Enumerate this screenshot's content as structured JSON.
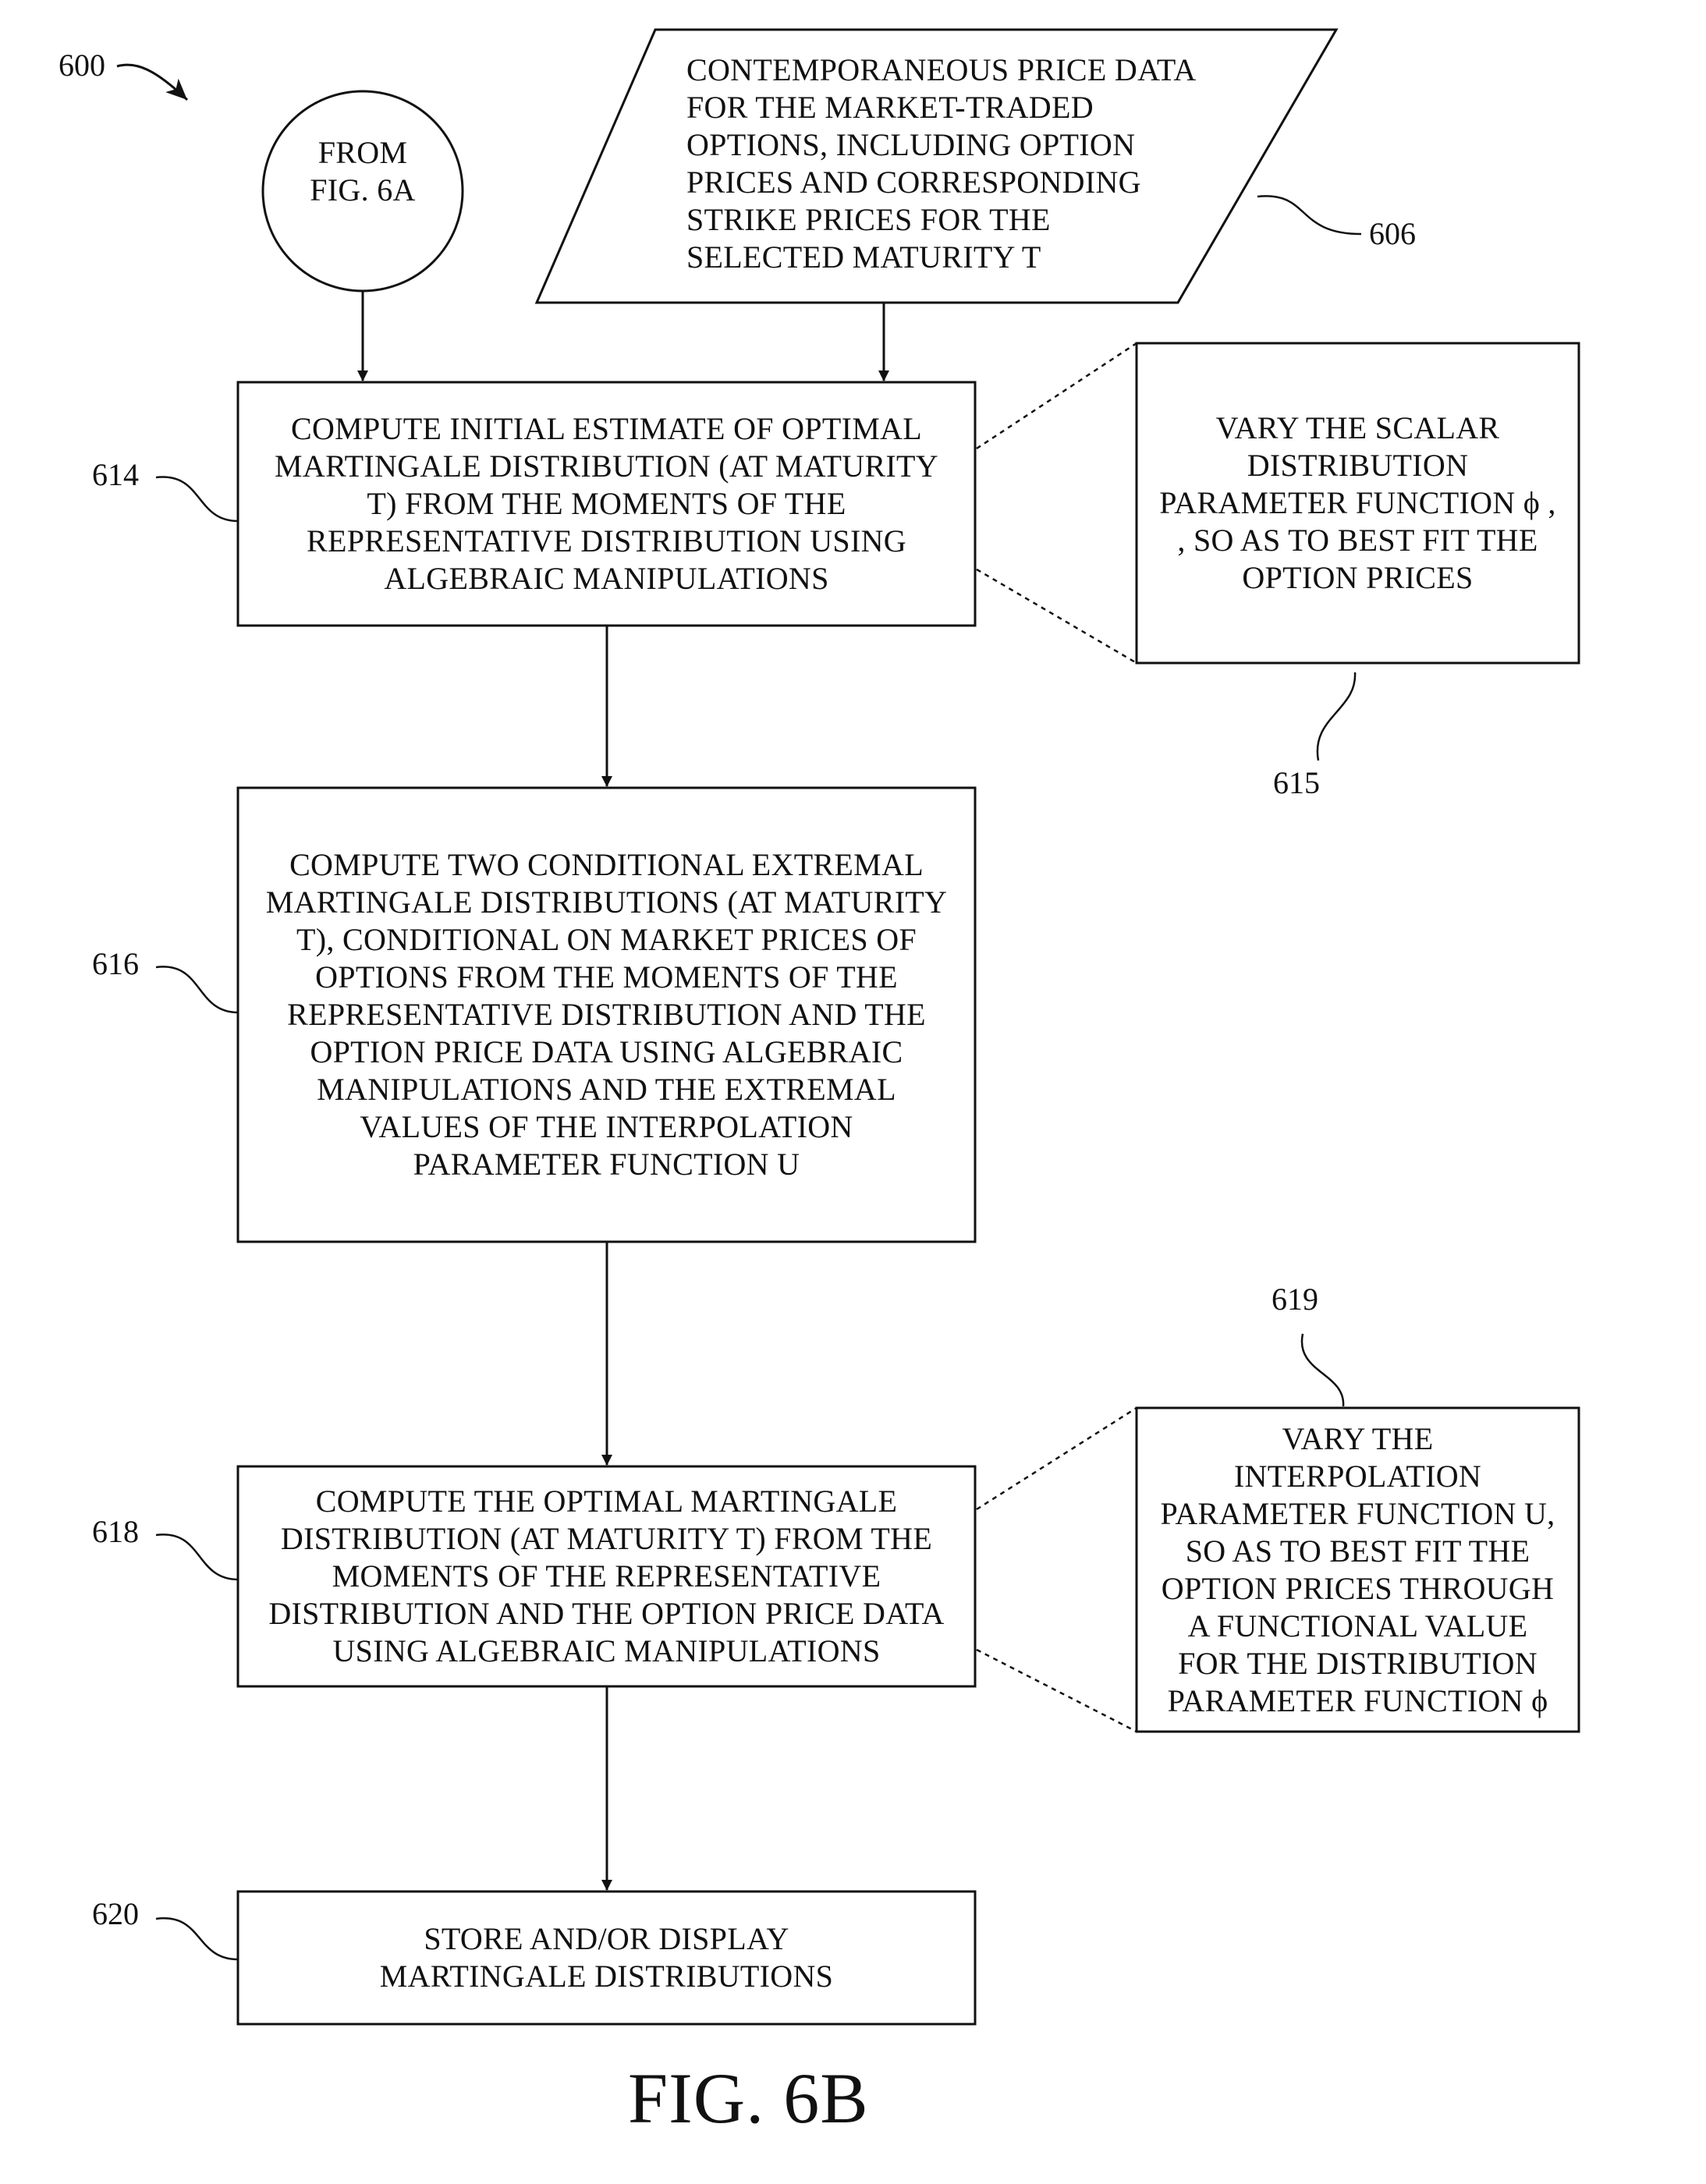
{
  "figure_ref": "600",
  "figure_caption": "FIG. 6B",
  "connector": {
    "lines": [
      "FROM",
      "FIG. 6A"
    ]
  },
  "input": {
    "ref": "606",
    "lines": [
      "CONTEMPORANEOUS PRICE DATA",
      "FOR THE MARKET-TRADED",
      "OPTIONS, INCLUDING OPTION",
      "PRICES AND CORRESPONDING",
      "STRIKE PRICES FOR THE",
      "SELECTED MATURITY T"
    ]
  },
  "steps": [
    {
      "ref": "614",
      "lines": [
        "COMPUTE INITIAL ESTIMATE OF OPTIMAL",
        "MARTINGALE DISTRIBUTION (AT MATURITY",
        "T) FROM THE MOMENTS OF THE",
        "REPRESENTATIVE DISTRIBUTION USING",
        "ALGEBRAIC MANIPULATIONS"
      ]
    },
    {
      "ref": "616",
      "lines": [
        "COMPUTE TWO CONDITIONAL EXTREMAL",
        "MARTINGALE DISTRIBUTIONS (AT MATURITY",
        "T), CONDITIONAL ON MARKET PRICES OF",
        "OPTIONS FROM THE MOMENTS OF THE",
        "REPRESENTATIVE DISTRIBUTION AND THE",
        "OPTION PRICE DATA USING ALGEBRAIC",
        "MANIPULATIONS AND THE EXTREMAL",
        "VALUES OF THE INTERPOLATION",
        "PARAMETER FUNCTION U"
      ]
    },
    {
      "ref": "618",
      "lines": [
        "COMPUTE THE OPTIMAL MARTINGALE",
        "DISTRIBUTION (AT MATURITY T) FROM THE",
        "MOMENTS OF THE REPRESENTATIVE",
        "DISTRIBUTION AND THE OPTION PRICE DATA",
        "USING ALGEBRAIC MANIPULATIONS"
      ]
    },
    {
      "ref": "620",
      "lines": [
        "STORE AND/OR DISPLAY",
        "MARTINGALE DISTRIBUTIONS"
      ]
    }
  ],
  "side_notes": [
    {
      "ref": "615",
      "lines": [
        "VARY THE SCALAR",
        "DISTRIBUTION",
        "PARAMETER FUNCTION ϕ ,",
        ", SO AS TO BEST FIT THE",
        "OPTION PRICES"
      ]
    },
    {
      "ref": "619",
      "lines": [
        "VARY THE",
        "INTERPOLATION",
        "PARAMETER FUNCTION U,",
        "SO AS TO BEST FIT THE",
        "OPTION PRICES THROUGH",
        "A FUNCTIONAL VALUE",
        "FOR THE DISTRIBUTION",
        "PARAMETER FUNCTION ϕ"
      ]
    }
  ]
}
